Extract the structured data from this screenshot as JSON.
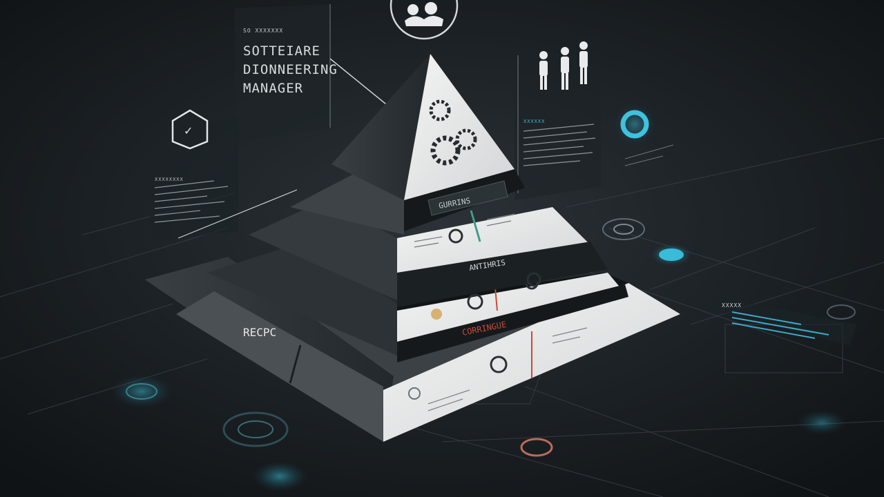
{
  "title_lines": [
    "SOTTEIARE",
    "DIONNEERING",
    "MANAGER"
  ],
  "small_caption": "SO XXXXXXX",
  "layer_labels": {
    "tier1": "GURRINS",
    "tier2": "ANTIHRIS",
    "tier3": "CORRINGUE",
    "base": "RECPC"
  },
  "side_panel_caption": "XXXXXXXX",
  "right_panel_caption": "XXXXXX",
  "colors": {
    "background": "#15191c",
    "accent_cyan": "#35b9d6",
    "accent_red": "#c94a3a",
    "accent_teal": "#3f9c8c",
    "pyramid_light": "#ececec",
    "pyramid_dark": "#1d2226"
  }
}
